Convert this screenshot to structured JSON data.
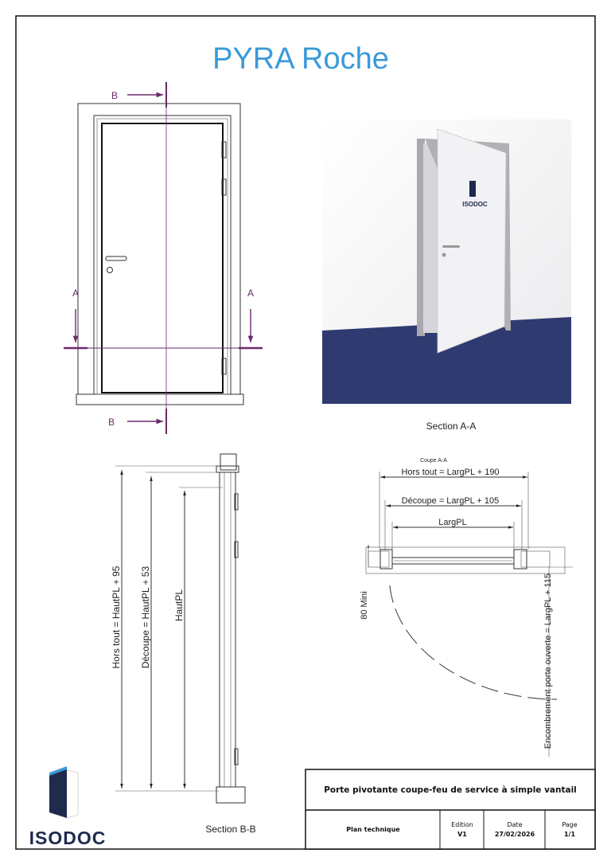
{
  "header": {
    "title": "PYRA Roche",
    "title_color": "#3a9ad9"
  },
  "front_view": {
    "label_b_top": "B",
    "label_b_bottom": "B",
    "label_a_left": "A",
    "label_a_right": "A",
    "section_color": "#6b2a6b"
  },
  "render": {
    "caption": "Section A-A",
    "door_logo_text": "ISODOC",
    "floor_color": "#2f3b70"
  },
  "section_bb": {
    "caption": "Section B-B",
    "dim_hors_tout": "Hors tout = HautPL + 95",
    "dim_decoupe": "Découpe = HautPL + 53",
    "dim_haut": "HautPL"
  },
  "section_aa": {
    "title": "Coupe A-A",
    "dim_hors_tout": "Hors tout = LargPL + 190",
    "dim_decoupe": "Découpe = LargPL + 105",
    "dim_larg": "LargPL",
    "dim_mini": "80 Mini",
    "dim_encombrement": "Encombrement porte ouverte = LargPL + 115"
  },
  "logo": {
    "text": "ISODOC",
    "color": "#1f2a4d",
    "accent": "#3a9ad9"
  },
  "title_block": {
    "description": "Porte pivotante coupe-feu de service à simple vantail",
    "doc_type": "Plan technique",
    "edition_label": "Edition",
    "edition_value": "V1",
    "date_label": "Date",
    "date_value": "27/02/2026",
    "page_label": "Page",
    "page_value": "1/1"
  }
}
